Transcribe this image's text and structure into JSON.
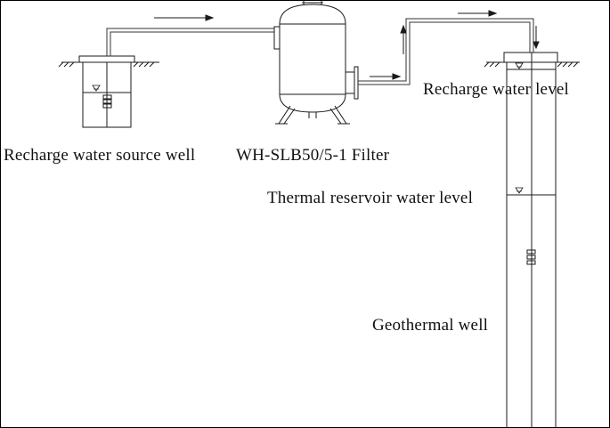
{
  "diagram": {
    "labels": {
      "source_well": "Recharge water source well",
      "filter": "WH-SLB50/5-1 Filter",
      "recharge_level": "Recharge water level",
      "reservoir_level": "Thermal reservoir water level",
      "geothermal_well": "Geothermal well"
    },
    "line_color": "#1a1a1a",
    "pipe_color": "#333333"
  }
}
